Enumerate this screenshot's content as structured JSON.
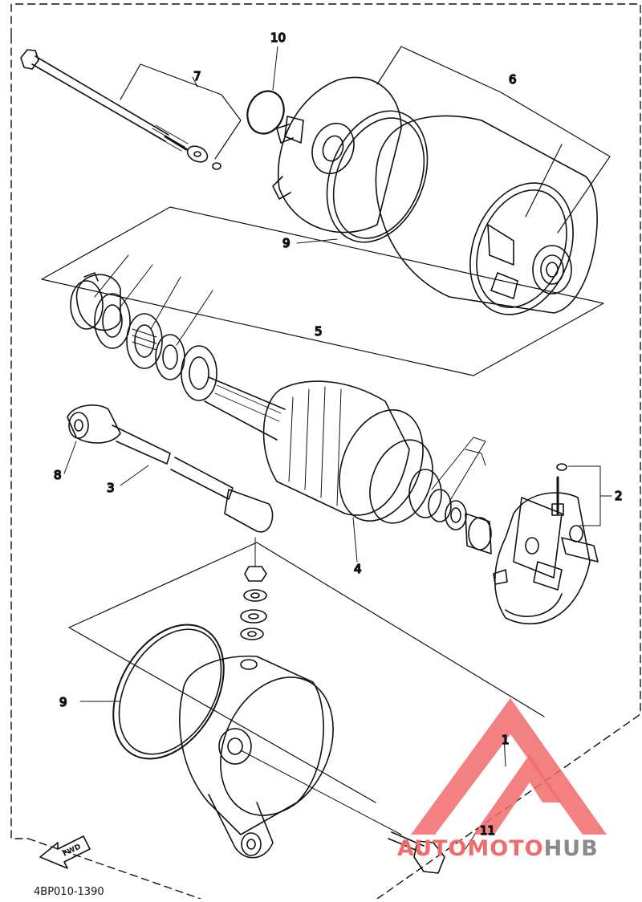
{
  "diagram": {
    "callouts": {
      "c1": "1",
      "c2": "2",
      "c3": "3",
      "c4": "4",
      "c5": "5",
      "c6": "6",
      "c7": "7",
      "c8": "8",
      "c9a": "9",
      "c9b": "9",
      "c10": "10",
      "c11": "11"
    },
    "fwd_label": "FWD",
    "diagram_code": "4BP010-1390"
  },
  "watermark": {
    "part1": "AUTO",
    "part2": "MOTO",
    "part3": "HUB",
    "colors": {
      "red": "#f26b6b",
      "gray": "#8a8a8a"
    }
  }
}
